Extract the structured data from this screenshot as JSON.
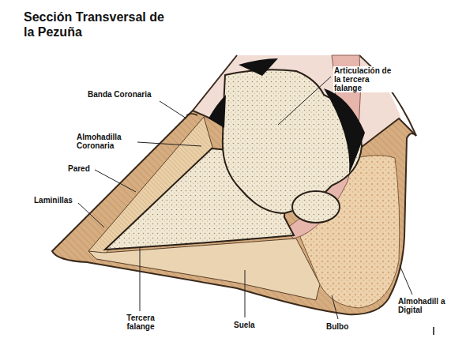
{
  "diagram": {
    "title": "Sección Transversal de la Pezuña",
    "labels": [
      "Banda Coronaria",
      "Almohadilla Coronaria",
      "Pared",
      "Laminillas",
      "Articulación de la tercera falange",
      "Tercera falange",
      "Suela",
      "Bulbo",
      "Almohadill a Digital"
    ]
  }
}
